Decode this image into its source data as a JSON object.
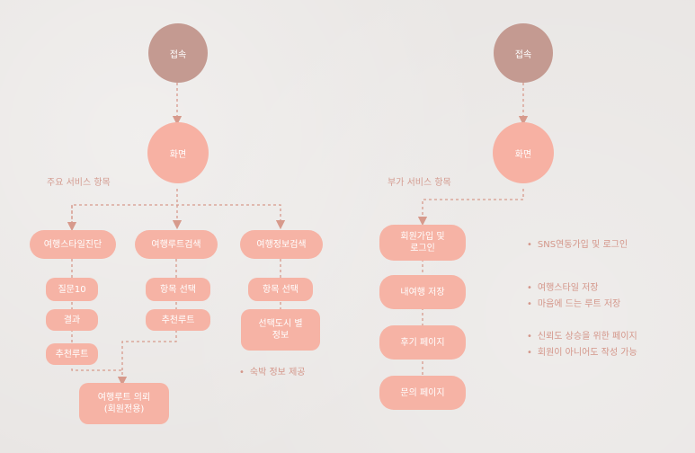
{
  "left": {
    "start": "접속",
    "screen": "화면",
    "section_label": "주요 서비스 항목",
    "branch1": {
      "title": "여행스타일진단",
      "items": [
        "질문10",
        "결과",
        "추천루트"
      ]
    },
    "branch2": {
      "title": "여행루트검색",
      "items": [
        "항목 선택",
        "추천루트"
      ]
    },
    "branch3": {
      "title": "여행정보검색",
      "items": [
        "항목 선택",
        "선택도시 별\n정보"
      ],
      "note": "숙박 정보 제공"
    },
    "merge": "여행루트 의뢰\n(회원전용)"
  },
  "right": {
    "start": "접속",
    "screen": "화면",
    "section_label": "부가 서비스 항목",
    "items": [
      "회원가입 및\n로그인",
      "내여행 저장",
      "후기 페이지",
      "문의 페이지"
    ],
    "notes": [
      "SNS연동가입 및 로그인",
      "여행스타일 저장",
      "마음에 드는 루트 저장",
      "신뢰도 상승을 위한 페이지",
      "회원이 아니어도 작성 가능"
    ]
  },
  "colors": {
    "start_circle": "#c49a91",
    "node": "#f6b3a5",
    "connector": "#d79a8c",
    "text_accent": "#d49c91",
    "background": "#e9e6e4"
  }
}
